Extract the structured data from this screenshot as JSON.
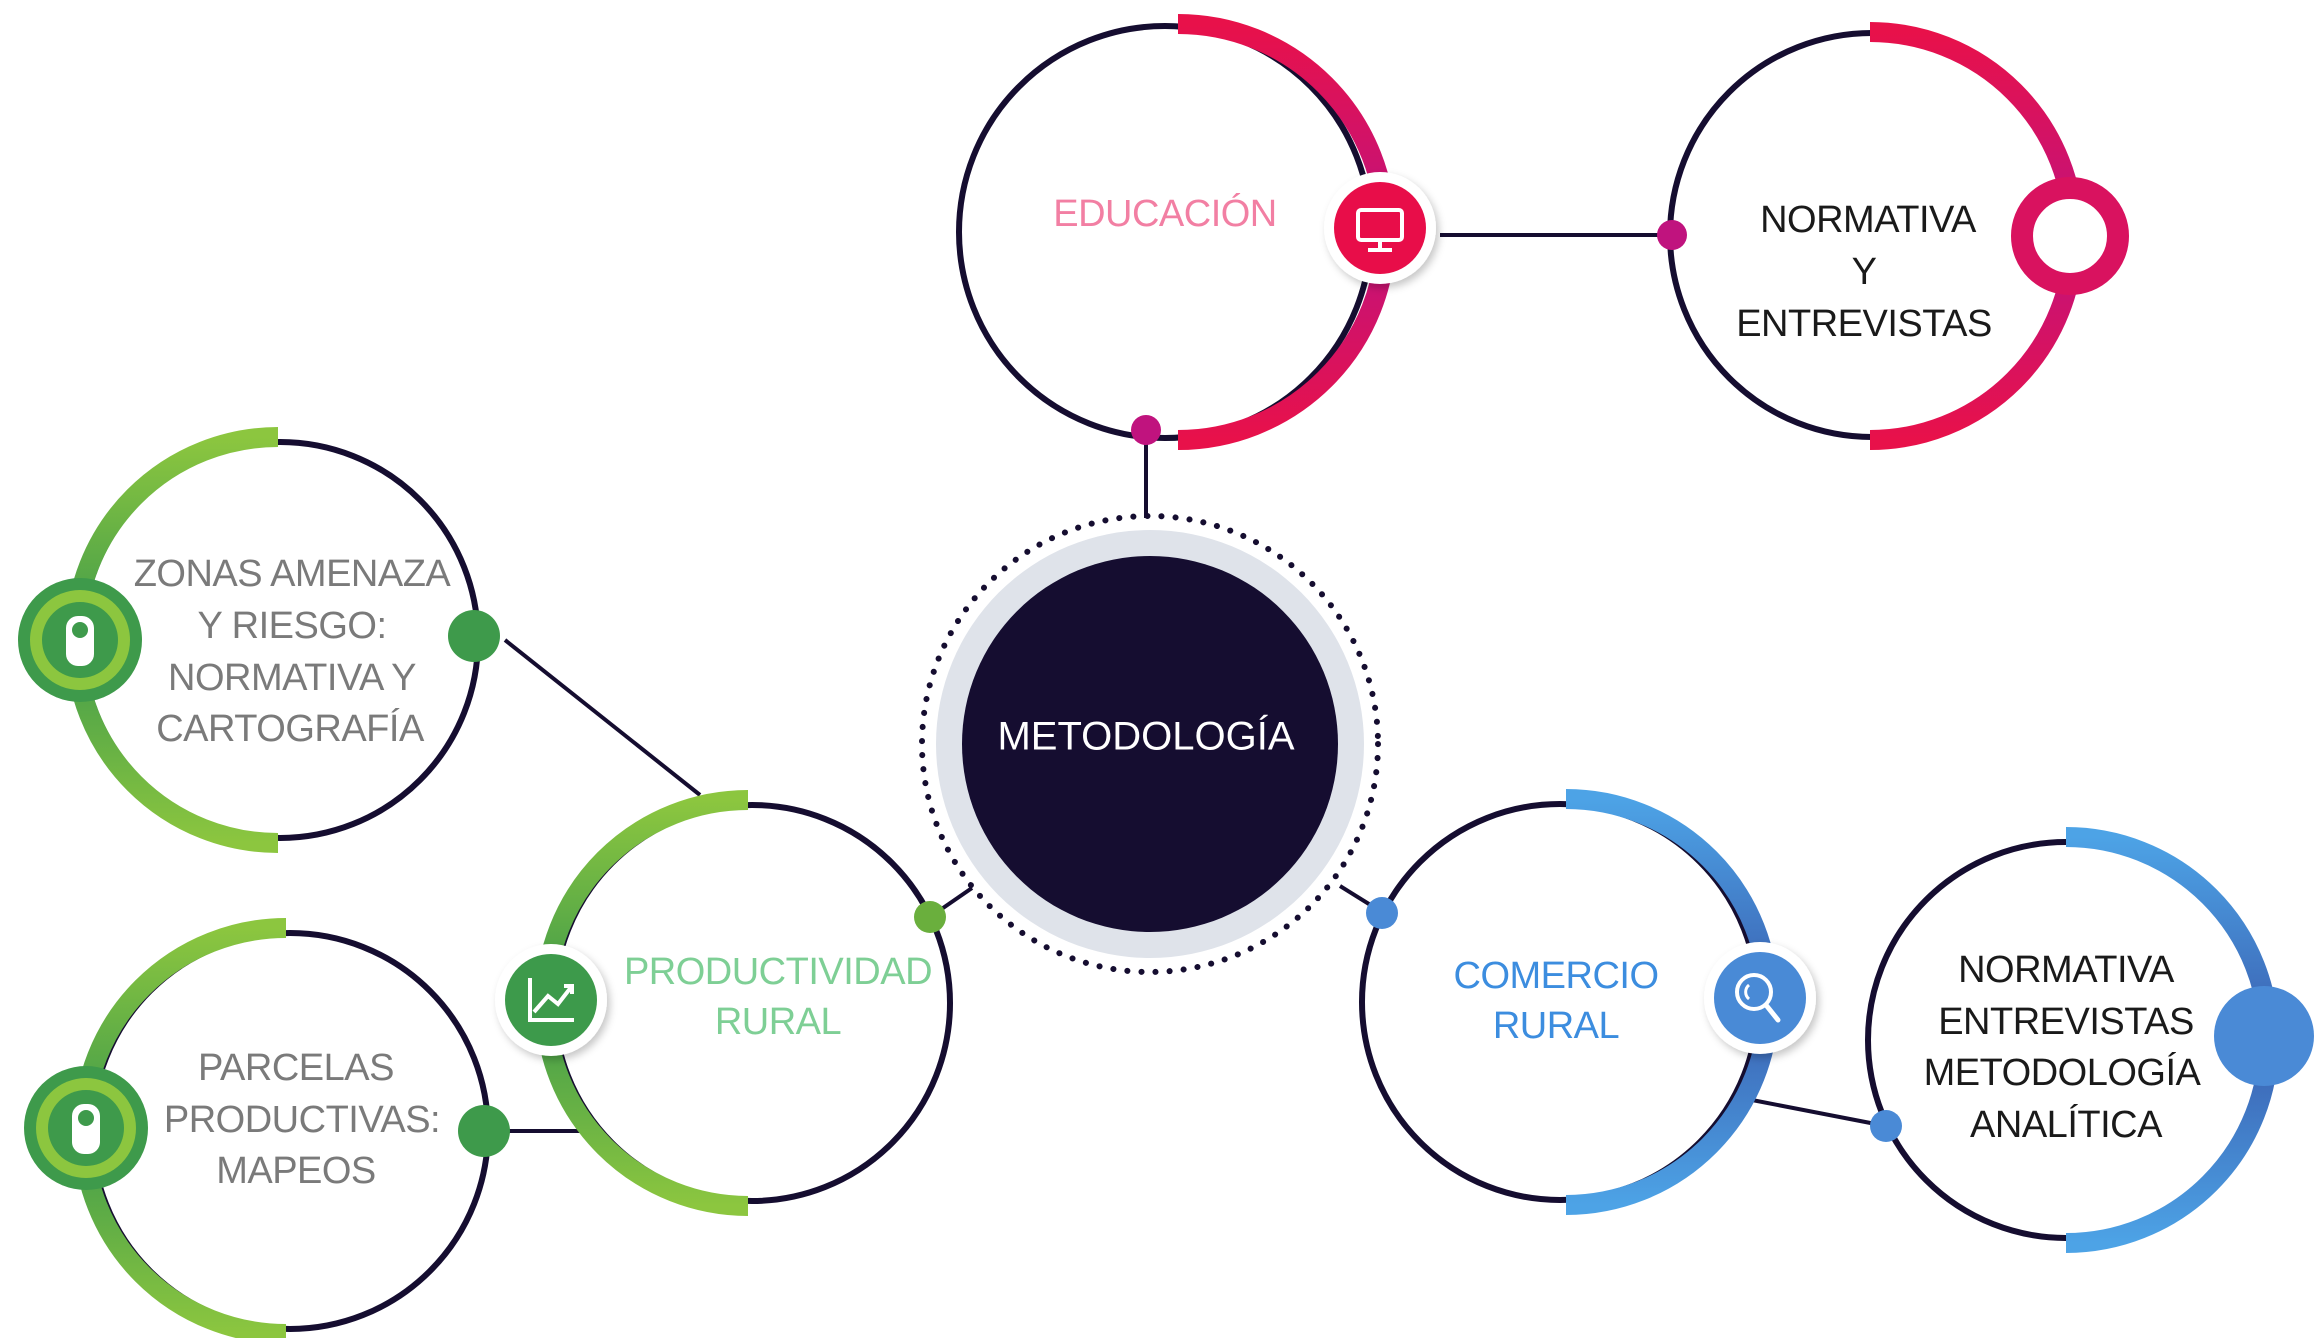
{
  "center": {
    "label": "METODOLOGÍA",
    "color": "#150d30"
  },
  "colors": {
    "pink": "#e8114a",
    "pink_dark": "#c0137e",
    "pink_text": "#f27fa3",
    "green": "#8cc63f",
    "green_dark": "#3e9a4b",
    "green_text": "#7ecf95",
    "blue": "#4da3e6",
    "blue_dark": "#3a5fb0",
    "blue_text": "#3c8ddf",
    "navy": "#150d30",
    "gray_text": "#7a7a7a"
  },
  "nodes": {
    "educacion": {
      "label": "EDUCACIÓN",
      "icon": "monitor-icon"
    },
    "normativa_entrevistas": {
      "lines": [
        "NORMATIVA",
        "Y",
        "ENTREVISTAS"
      ]
    },
    "productividad": {
      "lines": [
        "PRODUCTIVIDAD",
        "RURAL"
      ],
      "icon": "chart-trend-icon"
    },
    "zonas": {
      "lines": [
        "ZONAS AMENAZA",
        "Y RIESGO:",
        "NORMATIVA Y",
        "CARTOGRAFÍA"
      ],
      "icon": "person-icon"
    },
    "parcelas": {
      "lines": [
        "PARCELAS",
        "PRODUCTIVAS:",
        "MAPEOS"
      ],
      "icon": "person-icon"
    },
    "comercio": {
      "lines": [
        "COMERCIO",
        "RURAL"
      ],
      "icon": "search-icon"
    },
    "normativa_analitica": {
      "lines": [
        "NORMATIVA",
        "ENTREVISTAS",
        "METODOLOGÍA",
        "ANALÍTICA"
      ]
    }
  }
}
